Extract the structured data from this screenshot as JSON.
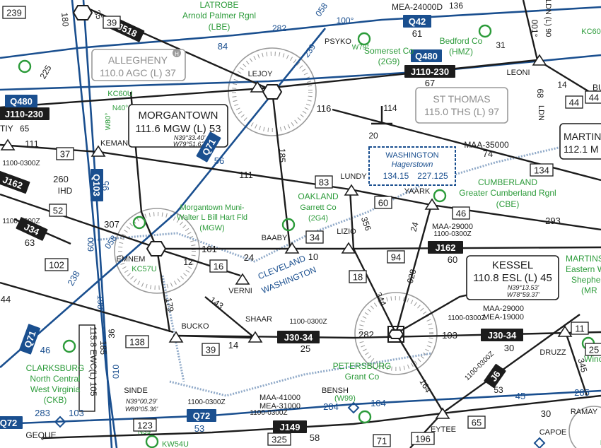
{
  "chart_title": "",
  "colors": {
    "low_airway": "#1c1c1c",
    "high_airway": "#1a4f8f",
    "airport": "#2c9b3a",
    "compass_rose": "#9a9a9a",
    "boundary": "#8fa9c8",
    "shield": "#1c1c1c",
    "q_route_shield": "#1a4f8f"
  },
  "navaids": [
    {
      "id": "morgantown",
      "name": "MORGANTOWN",
      "freq_line": "111.6 MGW (L) 53",
      "lat": "N39°33.40'",
      "lon": "W79°51.62'"
    },
    {
      "id": "kessel",
      "name": "KESSEL",
      "freq_line": "110.8 ESL (L) 45",
      "lat": "N39°13.53'",
      "lon": "W78°59.37'"
    },
    {
      "id": "allegheny",
      "name": "ALLEGHENY",
      "freq_line": "110.0 AGC (L) 37"
    },
    {
      "id": "st-thomas",
      "name": "ST THOMAS",
      "freq_line": "115.0 THS (L) 97"
    },
    {
      "id": "martinsburg",
      "name": "MARTIN",
      "freq_line": "112.1 M"
    },
    {
      "id": "ekn-vertical",
      "freq_line": "115.8 EWC(L) 105"
    }
  ],
  "airports": [
    {
      "id": "latrobe",
      "line1": "LATROBE",
      "line2": "Arnold Palmer Rgnl",
      "line3": "(LBE)"
    },
    {
      "id": "somerset",
      "line1": "Somerset Co",
      "line2": "(2G9)"
    },
    {
      "id": "bedford",
      "line1": "Bedford Co",
      "line2": "(HMZ)"
    },
    {
      "id": "morgantown-muni",
      "line1": "Morgantown Muni-",
      "line2": "Walter L Bill Hart Fld",
      "line3": "(MGW)"
    },
    {
      "id": "oakland",
      "line1": "OAKLAND",
      "line2": "Garrett Co",
      "line3": "(2G4)"
    },
    {
      "id": "cumberland",
      "line1": "CUMBERLAND",
      "line2": "Greater Cumberland Rgnl",
      "line3": "(CBE)"
    },
    {
      "id": "clarksburg",
      "line1": "CLARKSBURG",
      "line2": "North Central",
      "line3": "West Virginia",
      "line4": "(CKB)"
    },
    {
      "id": "petersburg",
      "line1": "PETERSBURG",
      "line2": "Grant Co",
      "line3": "(W99)"
    },
    {
      "id": "martinsburg-apt",
      "line1": "MARTINS",
      "line2": "Eastern W",
      "line3": "Shephe",
      "line4": "(MR"
    }
  ],
  "fixes": [
    {
      "id": "lejoy",
      "name": "LEJOY"
    },
    {
      "id": "psyko",
      "name": "PSYKO"
    },
    {
      "id": "leoni",
      "name": "LEONI"
    },
    {
      "id": "keman",
      "name": "KEMAN"
    },
    {
      "id": "lundy",
      "name": "LUNDY"
    },
    {
      "id": "yaark",
      "name": "YAARK"
    },
    {
      "id": "baaby",
      "name": "BAABY"
    },
    {
      "id": "lizio",
      "name": "LIZIO"
    },
    {
      "id": "emnem",
      "name": "EMNEM"
    },
    {
      "id": "verni",
      "name": "VERNI"
    },
    {
      "id": "shaar",
      "name": "SHAAR"
    },
    {
      "id": "bucko",
      "name": "BUCKO"
    },
    {
      "id": "sinde",
      "name": "SINDE",
      "lat": "N39°00.29'",
      "lon": "W80°05.36'"
    },
    {
      "id": "bensh",
      "name": "BENSH",
      "code": "(W99)"
    },
    {
      "id": "geque",
      "name": "GEQUE"
    },
    {
      "id": "eytee",
      "name": "EYTEE"
    },
    {
      "id": "druzz",
      "name": "DRUZZ"
    },
    {
      "id": "capoe",
      "name": "CAPOE"
    },
    {
      "id": "ramay",
      "name": "RAMAY"
    },
    {
      "id": "tiy",
      "name": "TIY"
    }
  ],
  "shields": [
    {
      "id": "j518",
      "label": "J518"
    },
    {
      "id": "q42",
      "label": "Q42"
    },
    {
      "id": "q480-right",
      "label": "Q480"
    },
    {
      "id": "j110-right",
      "label": "J110-230"
    },
    {
      "id": "q480-left",
      "label": "Q480"
    },
    {
      "id": "j110-left",
      "label": "J110-230"
    },
    {
      "id": "q71-top",
      "label": "Q71"
    },
    {
      "id": "q103",
      "label": "Q103"
    },
    {
      "id": "j162-left",
      "label": "J162"
    },
    {
      "id": "j34",
      "label": "J34"
    },
    {
      "id": "j162-right",
      "label": "J162"
    },
    {
      "id": "j30-34-mid",
      "label": "J30-34"
    },
    {
      "id": "j30-34-right",
      "label": "J30-34"
    },
    {
      "id": "q71-bottom",
      "label": "Q71"
    },
    {
      "id": "j6",
      "label": "J6"
    },
    {
      "id": "q72-mid",
      "label": "Q72"
    },
    {
      "id": "q72-left",
      "label": "Q72"
    },
    {
      "id": "j149",
      "label": "J149"
    }
  ],
  "boxed_numbers": [
    "239",
    "39",
    "37",
    "52",
    "102",
    "83",
    "60",
    "46",
    "134",
    "44",
    "34",
    "16",
    "94",
    "18",
    "138",
    "39",
    "123",
    "325",
    "65",
    "196",
    "71",
    "44",
    "11",
    "25"
  ],
  "texts": {
    "mea_top": "MEA-24000D",
    "dist_282_top": "282",
    "dist_84": "84",
    "dist_100": "100°",
    "dist_61": "61",
    "dist_31": "31",
    "dist_136": "136",
    "dist_67": "67",
    "dist_14": "14",
    "dist_116": "116",
    "dist_114": "114",
    "dist_20": "20",
    "maa_35000": "MAA-35000",
    "dist_74": "74",
    "dist_111_a": "111",
    "dist_111_b": "111",
    "dist_260": "260",
    "ihd": "IHD",
    "time_1100_a": "1100-0300Z",
    "time_1100_b": "1100-0300Z",
    "time_1100_c": "1100-0300Z",
    "time_1100_d": "1100-0300Z",
    "time_1100_e": "1100-0300Z",
    "time_1100_f": "1100-0300Z",
    "time_1100_g": "1100-0300Z",
    "time_1100_h": "1100-0300Z",
    "maa_29000_a": "MAA-29000",
    "maa_29000_b": "MAA-29000",
    "mea_19000": "MEA-19000",
    "maa_41000": "MAA-41000",
    "mea_31000": "MEA-31000",
    "dist_307": "307",
    "dist_63": "63",
    "dist_101": "101",
    "dist_24_a": "24",
    "dist_10": "10",
    "dist_60": "60",
    "dist_293": "293",
    "dist_356": "356",
    "dist_24_b": "24",
    "dist_028": "028",
    "dist_344": "344",
    "dist_282_mid": "282",
    "dist_103_a": "103",
    "dist_30_a": "30",
    "dist_143": "143",
    "dist_12": "12",
    "dist_179": "179",
    "dist_14_b": "14",
    "dist_25": "25",
    "dist_164": "164",
    "dist_53_a": "53",
    "dist_45": "45",
    "dist_285": "285",
    "dist_30_b": "30",
    "dist_238": "238",
    "dist_46": "46",
    "dist_44": "44",
    "dist_283": "283",
    "dist_103_b": "103",
    "dist_284": "284",
    "dist_104": "104",
    "dist_53_b": "53",
    "dist_58": "58",
    "dist_345": "345",
    "dist_180": "180",
    "dist_35": "35",
    "dist_225": "225",
    "dist_058_a": "058",
    "dist_239": "239",
    "dist_058_b": "058",
    "dist_56": "56",
    "dist_95": "95",
    "dist_009": "009",
    "dist_190": "190°",
    "dist_185_a": "185",
    "dist_185_b": "185",
    "dist_36": "36",
    "dist_010": "010",
    "dist_65_tiy": "65",
    "dist_001": "001°",
    "dist_68": "68",
    "ldn_a": "LDN",
    "ldn_b": "LDN",
    "dist_90": "(L) 90",
    "kc60u": "KC60U",
    "kc57u": "KC57U",
    "kc60": "KC60",
    "kw54u": "KW54U",
    "n39_a": "N39°",
    "n39_b": "N39°",
    "w79": "W79°",
    "w80": "W80°",
    "n40": "N40°",
    "cleveland": "CLEVELAND",
    "washington_label": "WASHINGTON",
    "wash_box_title": "WASHINGTON",
    "wash_box_sub": "Hagerstown",
    "wash_box_f1": "134.15",
    "wash_box_f2": "227.125",
    "mil_h": "H",
    "bu": "BU",
    "winc": "Winc",
    "dist_11": "11"
  }
}
